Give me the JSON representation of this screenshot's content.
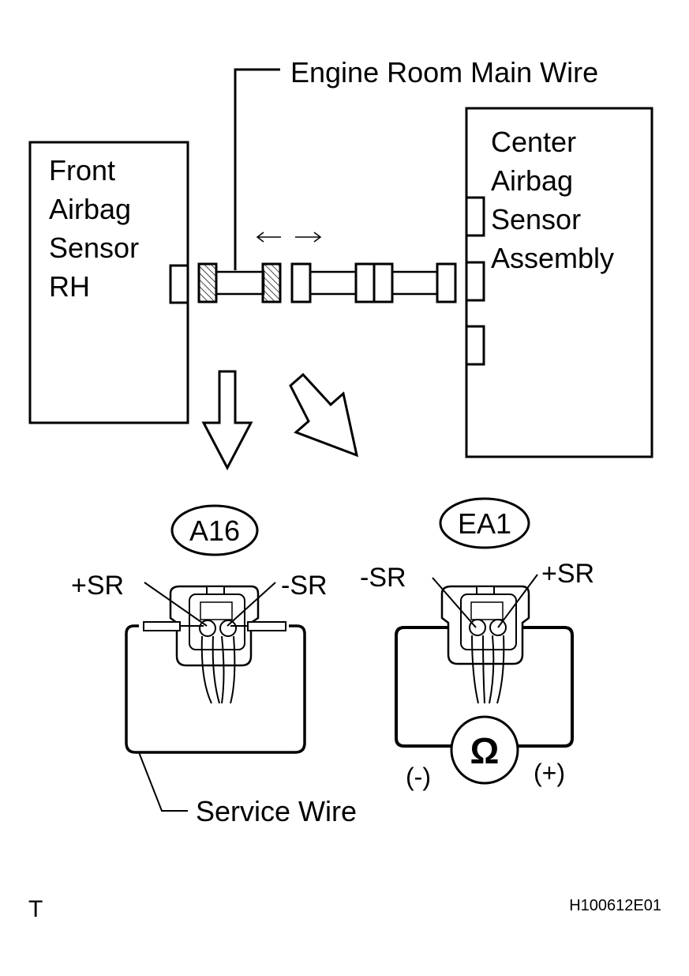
{
  "diagram": {
    "harness_label": "Engine Room Main Wire",
    "left_box": {
      "lines": [
        "Front",
        "Airbag",
        "Sensor",
        "RH"
      ]
    },
    "right_box": {
      "lines": [
        "Center",
        "Airbag",
        "Sensor",
        "Assembly"
      ]
    },
    "connector_a16": {
      "id": "A16",
      "terminal_left": "+SR",
      "terminal_right": "-SR",
      "wire_label": "Service Wire"
    },
    "connector_ea1": {
      "id": "EA1",
      "terminal_left": "-SR",
      "terminal_right": "+SR",
      "meter_symbol": "Ω",
      "lead_negative": "(-)",
      "lead_positive": "(+)"
    },
    "footer": {
      "corner_mark": "T",
      "figure_code": "H100612E01"
    }
  },
  "colors": {
    "line": "#000000",
    "background": "#ffffff"
  }
}
